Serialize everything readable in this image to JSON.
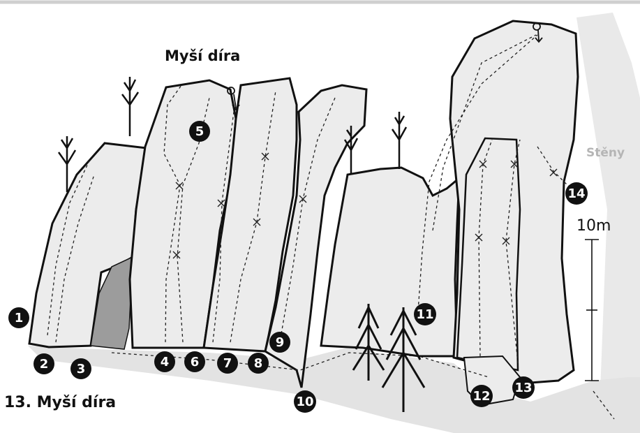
{
  "title_top": "Myší díra",
  "title_main": "13. Myší díra",
  "neighbor_label": "Stěny",
  "scale_label": "10m",
  "routes": [
    "1",
    "2",
    "3",
    "4",
    "5",
    "6",
    "7",
    "8",
    "9",
    "10",
    "11",
    "12",
    "13",
    "14"
  ],
  "colors": {
    "rock": "#ececec",
    "shadow": "#9a9a9a",
    "ground": "#dedede",
    "outline": "#111111",
    "badge": "#111111"
  }
}
